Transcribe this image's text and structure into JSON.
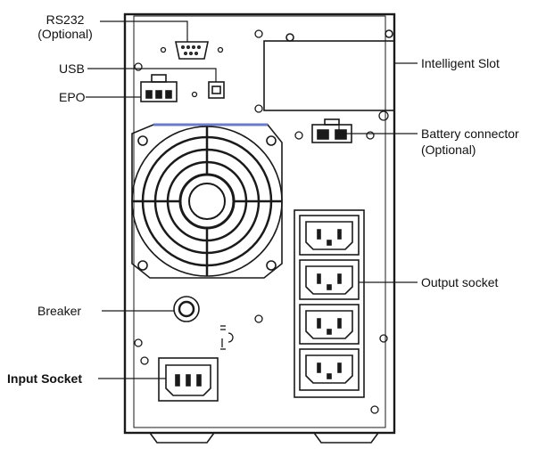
{
  "labels": {
    "rs232": "RS232",
    "rs232_note": "(Optional)",
    "usb": "USB",
    "epo": "EPO",
    "intelligent_slot": "Intelligent Slot",
    "battery_connector": "Battery connector",
    "battery_note": "(Optional)",
    "output_socket": "Output socket",
    "breaker": "Breaker",
    "input_socket": "Input Socket"
  },
  "colors": {
    "line": "#1a1a1a",
    "panel": "#ffffff",
    "fan_accent": "#6b7cc4"
  }
}
